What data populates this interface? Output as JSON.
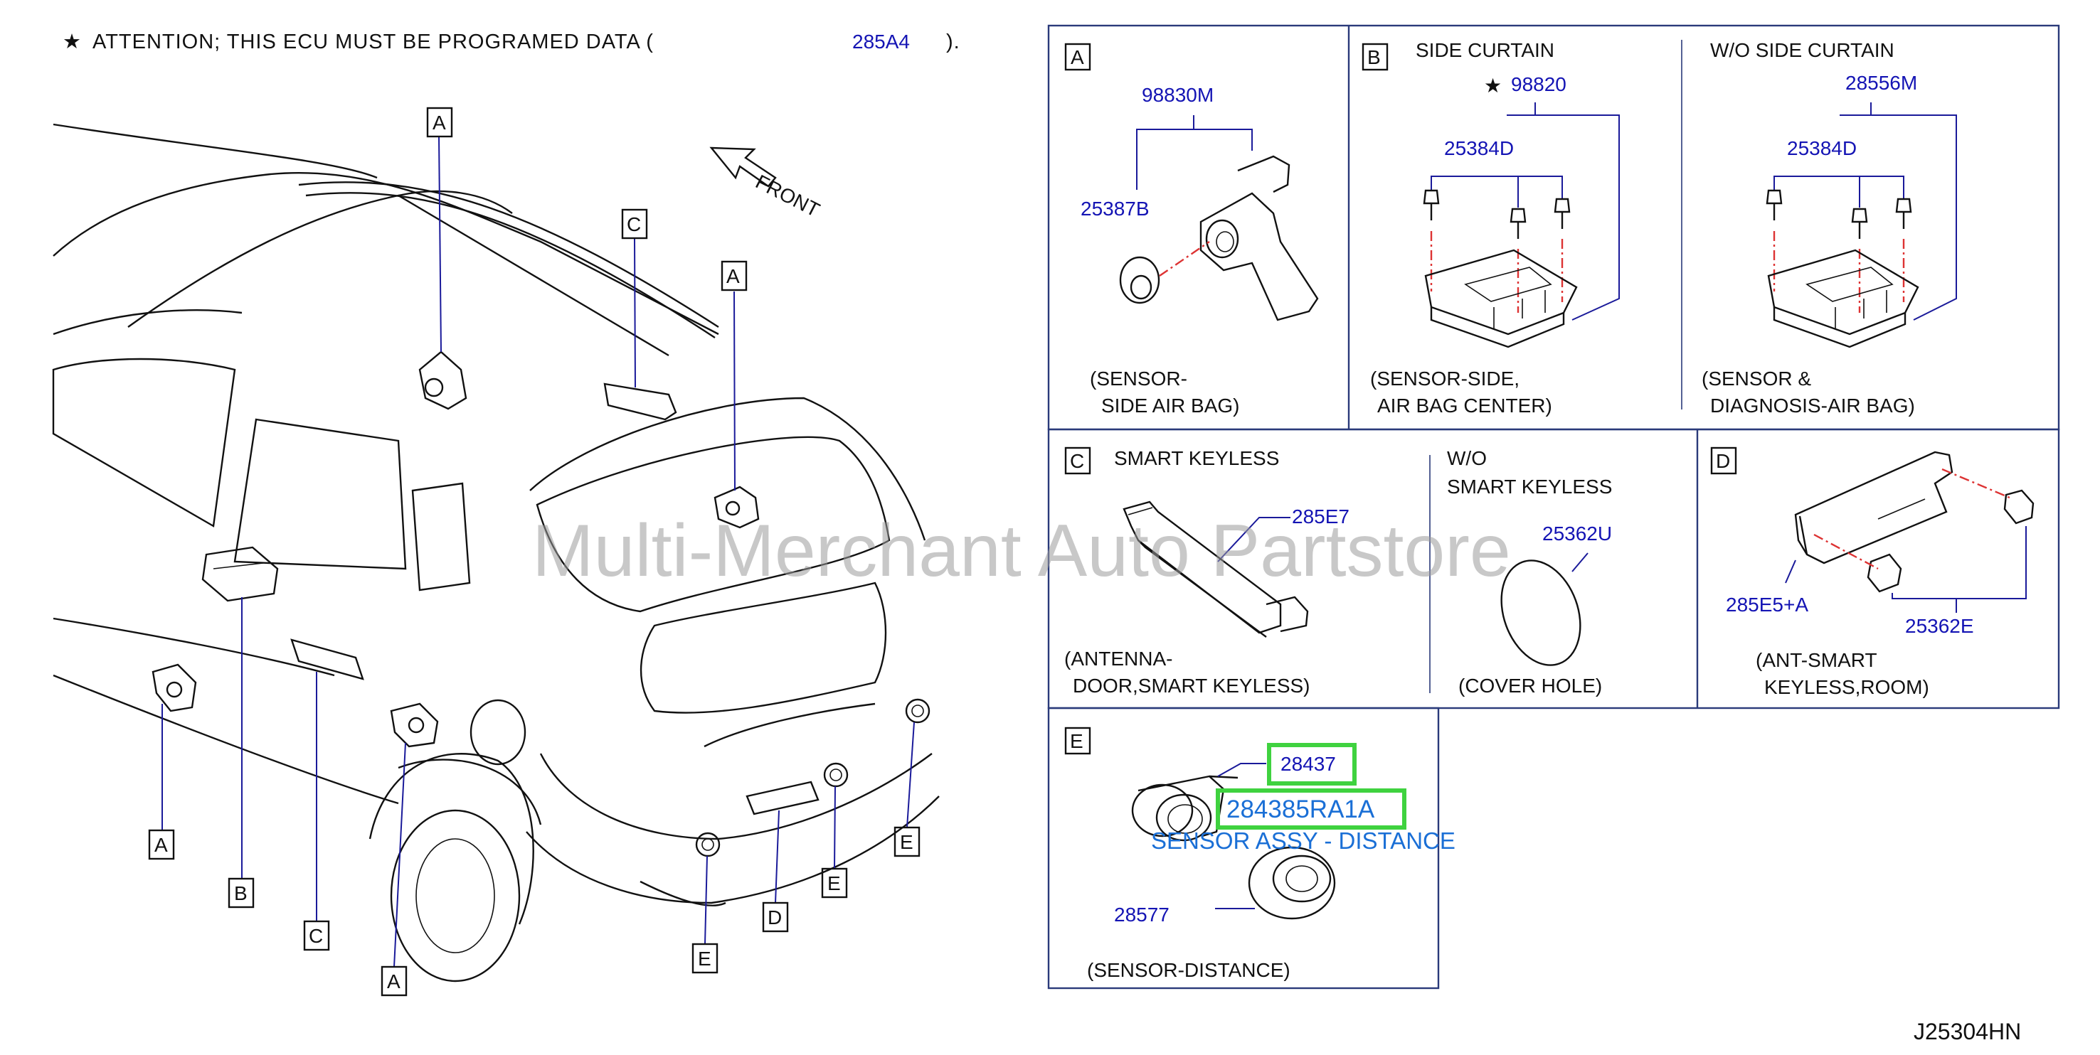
{
  "attention": {
    "star": "★",
    "text": "ATTENTION;  THIS  ECU  MUST  BE  PROGRAMED  DATA  (",
    "code": "285A4",
    "close": ")."
  },
  "front_label": "FRONT",
  "callouts": {
    "a": "A",
    "b": "B",
    "c": "C",
    "d": "D",
    "e": "E"
  },
  "watermark": "Multi-Merchant Auto Partstore",
  "drawing_number": "J25304HN",
  "panel_a": {
    "letter": "A",
    "parts": [
      "98830M",
      "25387B"
    ],
    "caption": [
      "(SENSOR-",
      "SIDE  AIR  BAG)"
    ]
  },
  "panel_b": {
    "letter": "B",
    "heading_left": "SIDE  CURTAIN",
    "heading_right": "W/O  SIDE  CURTAIN",
    "star": "★",
    "parts_left": [
      "98820",
      "25384D"
    ],
    "parts_right": [
      "28556M",
      "25384D"
    ],
    "caption_left": [
      "(SENSOR-SIDE,",
      "AIR  BAG  CENTER)"
    ],
    "caption_right": [
      "(SENSOR  &",
      "DIAGNOSIS-AIR  BAG)"
    ]
  },
  "panel_c": {
    "letter": "C",
    "heading_left": "SMART  KEYLESS",
    "heading_right": [
      "W/O",
      "SMART  KEYLESS"
    ],
    "parts": [
      "285E7",
      "25362U"
    ],
    "caption_left": [
      "(ANTENNA-",
      "DOOR,SMART  KEYLESS)"
    ],
    "caption_right": "(COVER  HOLE)"
  },
  "panel_d": {
    "letter": "D",
    "parts": [
      "285E5+A",
      "25362E"
    ],
    "caption": [
      "(ANT-SMART",
      "KEYLESS,ROOM)"
    ]
  },
  "panel_e": {
    "letter": "E",
    "parts": [
      "28437",
      "284385RA1A",
      "28577"
    ],
    "sub_label": "SENSOR ASSY - DISTANCE",
    "caption": "(SENSOR-DISTANCE)",
    "highlight_color": "#3fd23f"
  }
}
